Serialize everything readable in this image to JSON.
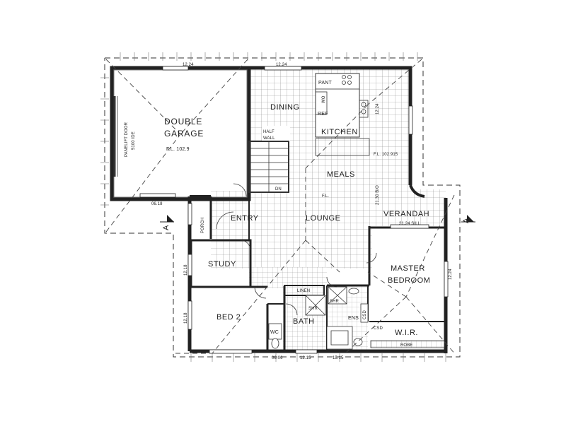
{
  "rooms": {
    "garage_line1": "DOUBLE",
    "garage_line2": "GARAGE",
    "garage_fl": "F.L.  102.9",
    "panelift_line1": "PANELIFT DOOR",
    "panelift_line2": "5100 IDE",
    "dining": "DINING",
    "pant": "PANT",
    "wo": "WO",
    "ref": "REF",
    "kitchen": "KITCHEN",
    "half_wall_1": "HALF",
    "half_wall_2": "WALL",
    "meals": "MEALS",
    "dn": "DN",
    "fl_mid": "F.L.",
    "kitchen_fl": "F.L. 102.915",
    "porch": "PORCH",
    "entry": "ENTRY",
    "lounge": "LOUNGE",
    "verandah": "VERANDAH",
    "study": "STUDY",
    "master_1": "MASTER",
    "master_2": "BEDROOM",
    "linen": "LINEN",
    "shr1": "SHR",
    "shr2": "SHR",
    "bed2": "BED 2",
    "wc": "WC",
    "bath": "BATH",
    "ens": "ENS",
    "csd1": "CSD",
    "csd2": "CSD",
    "wir": "W.I.R.",
    "robe": "ROBE"
  },
  "dims": {
    "top1": "12.24",
    "top2": "12.24",
    "left_bottom": "06.18",
    "right_vert1": "12.24",
    "right_vert2": "21.30 B/O",
    "verandah_sill": "21.24 SILL",
    "master_right": "12.24",
    "study_left": "12.18",
    "bed2_left": "12.18",
    "bottom1": "06.06",
    "bottom2": "12.15",
    "bottom3": "15.15"
  },
  "markers": {
    "a_left": "A",
    "a_right": "A"
  }
}
